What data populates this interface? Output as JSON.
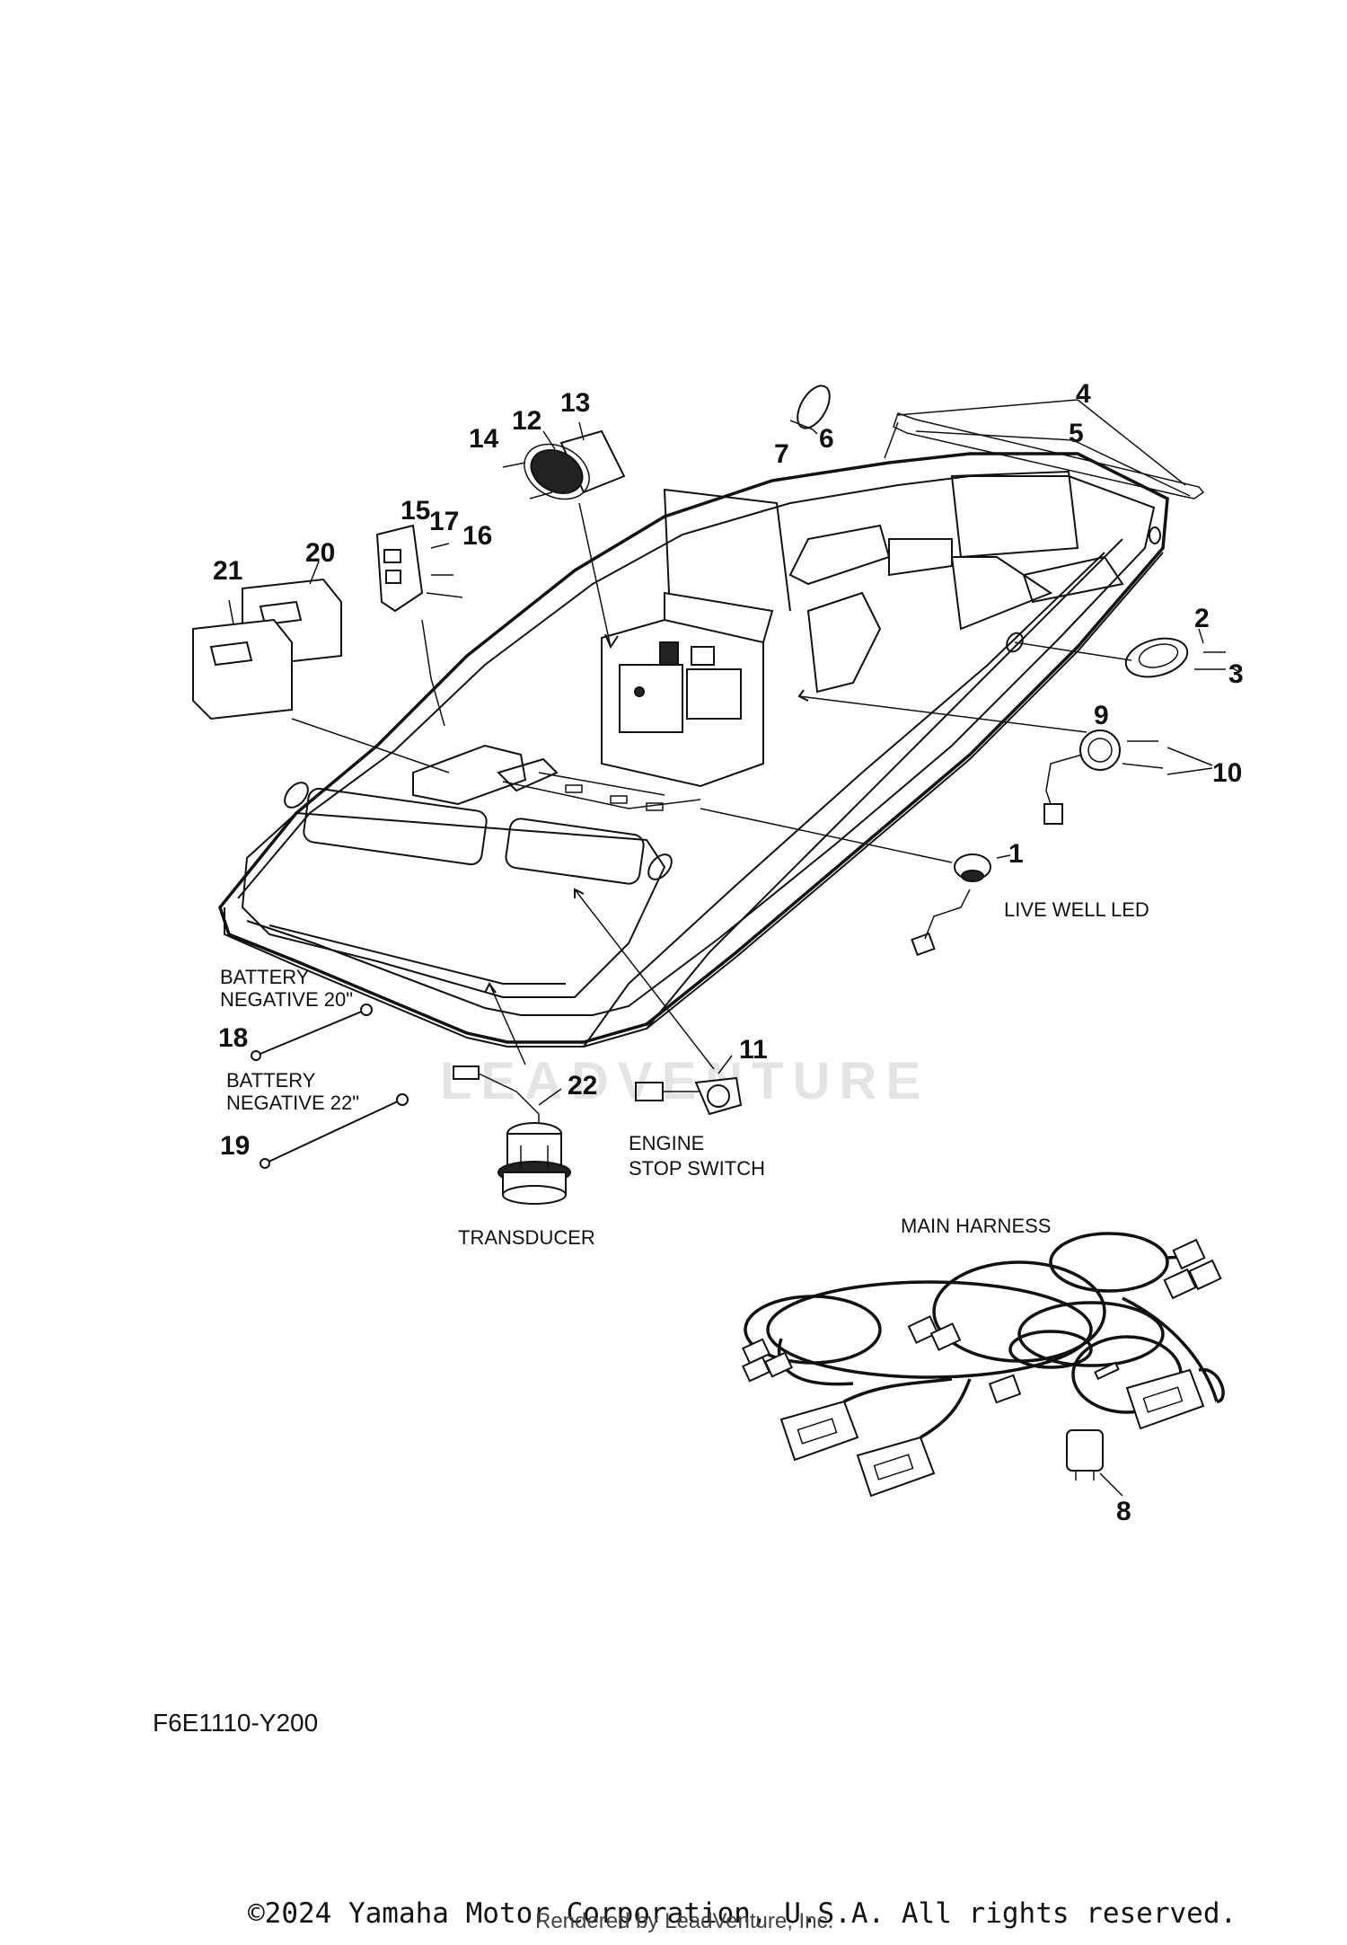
{
  "callouts": {
    "c1": "1",
    "c2": "2",
    "c3": "3",
    "c4": "4",
    "c5": "5",
    "c6": "6",
    "c7": "7",
    "c8": "8",
    "c9": "9",
    "c10": "10",
    "c11": "11",
    "c12": "12",
    "c13": "13",
    "c14": "14",
    "c15": "15",
    "c16": "16",
    "c17": "17",
    "c18": "18",
    "c19": "19",
    "c20": "20",
    "c21": "21",
    "c22": "22"
  },
  "labels": {
    "live_well_led": "LIVE WELL LED",
    "battery_negative_20_line1": "BATTERY",
    "battery_negative_20_line2": "NEGATIVE 20\"",
    "battery_negative_22_line1": "BATTERY",
    "battery_negative_22_line2": "NEGATIVE 22\"",
    "transducer": "TRANSDUCER",
    "engine_stop_switch_line1": "ENGINE",
    "engine_stop_switch_line2": "STOP SWITCH",
    "main_harness": "MAIN HARNESS"
  },
  "diagram_code": "F6E1110-Y200",
  "watermark": "LEADVENTURE",
  "copyright": "©2024 Yamaha Motor Corporation, U.S.A. All rights reserved.",
  "rendered_by": "Rendered by LeadVenture, Inc."
}
